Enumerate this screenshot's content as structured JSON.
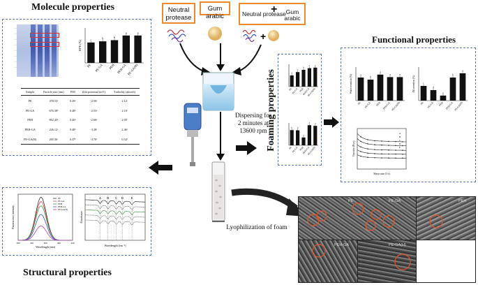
{
  "titles": {
    "molecule": "Molecule properties",
    "structural": "Structural properties",
    "foaming": "Foaming properties",
    "functional": "Functional properties"
  },
  "ingredients": {
    "neutral_protease": "Neutral protease",
    "gum_arabic": "Gum arabic",
    "combo_left": "Neutral protease",
    "combo_plus": "+",
    "combo_right": "Gum arabic"
  },
  "process": {
    "dispersing": "Dispersing for 2 minutes at 13600 rpm",
    "lyophilization": "Lyophilization of foam"
  },
  "samples": [
    "PE",
    "PE-GA",
    "PEH",
    "PEH-GA",
    "PE-GA(H)"
  ],
  "molecule_table": {
    "headers": [
      "Sample",
      "Particle size (nm)",
      "PDI",
      "Zeta potential (mV)",
      "Turbidity (absorb)"
    ],
    "rows": [
      [
        "PE",
        "478.53ᵉ",
        "0.49ᶜ",
        "-2.56ᵃ",
        "2.12ᶜ"
      ],
      [
        "PE-GA",
        "676.38ᵇ",
        "0.48ᵇ",
        "-2.53ᵃ",
        "2.10ᶜ"
      ],
      [
        "PEH",
        "862.45ᵃ",
        "0.46ᵃ",
        "-2.66ᵃ",
        "2.05ᶜ"
      ],
      [
        "PEH-GA",
        "226.12ᶜ",
        "0.48ᵇ",
        "-3.38ᶜ",
        "2.46ᵃ"
      ],
      [
        "PE-GA(H)",
        "265.36ᶜ",
        "0.47ᵇ",
        "-3.70ᶜ",
        "0.52ᵇ"
      ]
    ]
  },
  "molecule_bar": {
    "ylabel": "RPE (%)",
    "values": [
      35,
      37,
      39,
      47,
      47
    ],
    "letters": [
      "c",
      "b",
      "b",
      "a",
      "a"
    ],
    "ylim": [
      0,
      60
    ]
  },
  "foaming_top": {
    "values": [
      40,
      52,
      60,
      66,
      68
    ],
    "letters": [
      "d",
      "c",
      "b",
      "a",
      "a"
    ],
    "ylim": [
      0,
      80
    ]
  },
  "foaming_bottom": {
    "values": [
      68,
      67,
      35,
      90,
      87
    ],
    "letters": [
      "b",
      "b",
      "c",
      "a",
      "a"
    ],
    "ylim": [
      0,
      100
    ]
  },
  "functional_left": {
    "ylabel": "Water retention (%)",
    "values": [
      55,
      50,
      62,
      56,
      56
    ],
    "letters": [
      "a",
      "b",
      "a",
      "a",
      "a"
    ],
    "ylim": [
      0,
      80
    ]
  },
  "functional_right": {
    "ylabel": "Oil retention (%)",
    "values": [
      35,
      25,
      12,
      55,
      65
    ],
    "letters": [
      "c",
      "d",
      "e",
      "b",
      "a"
    ],
    "ylim": [
      0,
      80
    ]
  },
  "rheology": {
    "xlabel": "Shear rate (1/s)",
    "ylabel": "Viscosity (Pa·s)",
    "legend": [
      "A",
      "B",
      "C",
      "D",
      "E"
    ]
  },
  "fluorescence": {
    "xlabel": "Wavelength (nm)",
    "ylabel": "Fluorescence intensity",
    "legend": [
      "PE",
      "PE-GA",
      "PEH",
      "PEH-GA",
      "PE-GA(H)"
    ],
    "peaks": [
      1500,
      1350,
      1200,
      900,
      500
    ],
    "ticks": [
      "280",
      "320",
      "360",
      "400",
      "440"
    ]
  },
  "ftir": {
    "xlabel": "Wavelength (cm⁻¹)",
    "ylabel": "Absorbance",
    "legend": [
      "PE",
      "PE-GA",
      "PEH",
      "PEH-GA",
      "PE-GA(H)"
    ],
    "band_labels": [
      "A",
      "B",
      "C",
      "D",
      "E"
    ]
  },
  "sem": {
    "labels": [
      "PE",
      "PE-GA",
      "PEH",
      "PEH-GA",
      "PE-GA(H)"
    ]
  },
  "colors": {
    "dash_border": "#5577bb",
    "orange": "#ef8a2c",
    "bar": "#111111",
    "sem_circle": "#e0552a",
    "fluor": [
      "#333333",
      "#e04040",
      "#3aa04a",
      "#4050d0",
      "#b040b0"
    ]
  }
}
